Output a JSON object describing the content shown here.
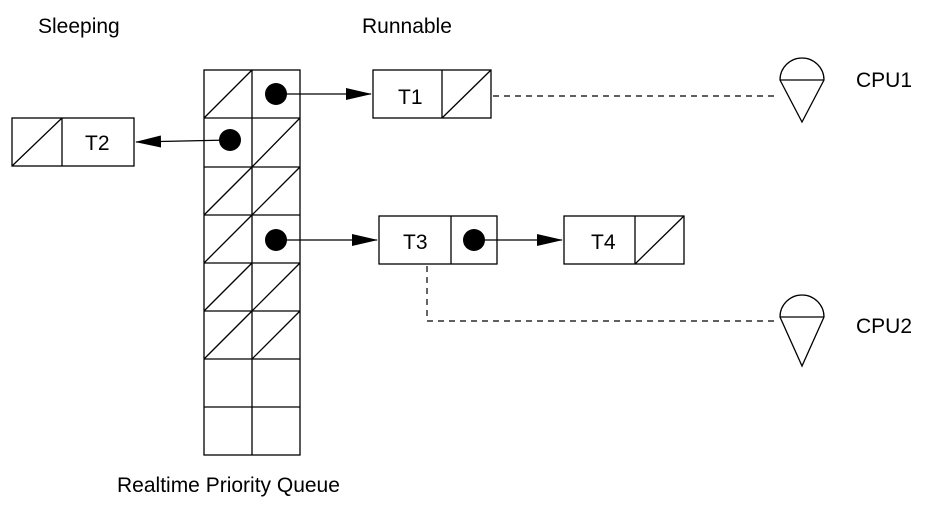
{
  "labels": {
    "sleeping": "Sleeping",
    "runnable": "Runnable",
    "queue": "Realtime Priority Queue"
  },
  "threads": {
    "t1": "T1",
    "t2": "T2",
    "t3": "T3",
    "t4": "T4"
  },
  "cpus": {
    "cpu1": "CPU1",
    "cpu2": "CPU2"
  }
}
